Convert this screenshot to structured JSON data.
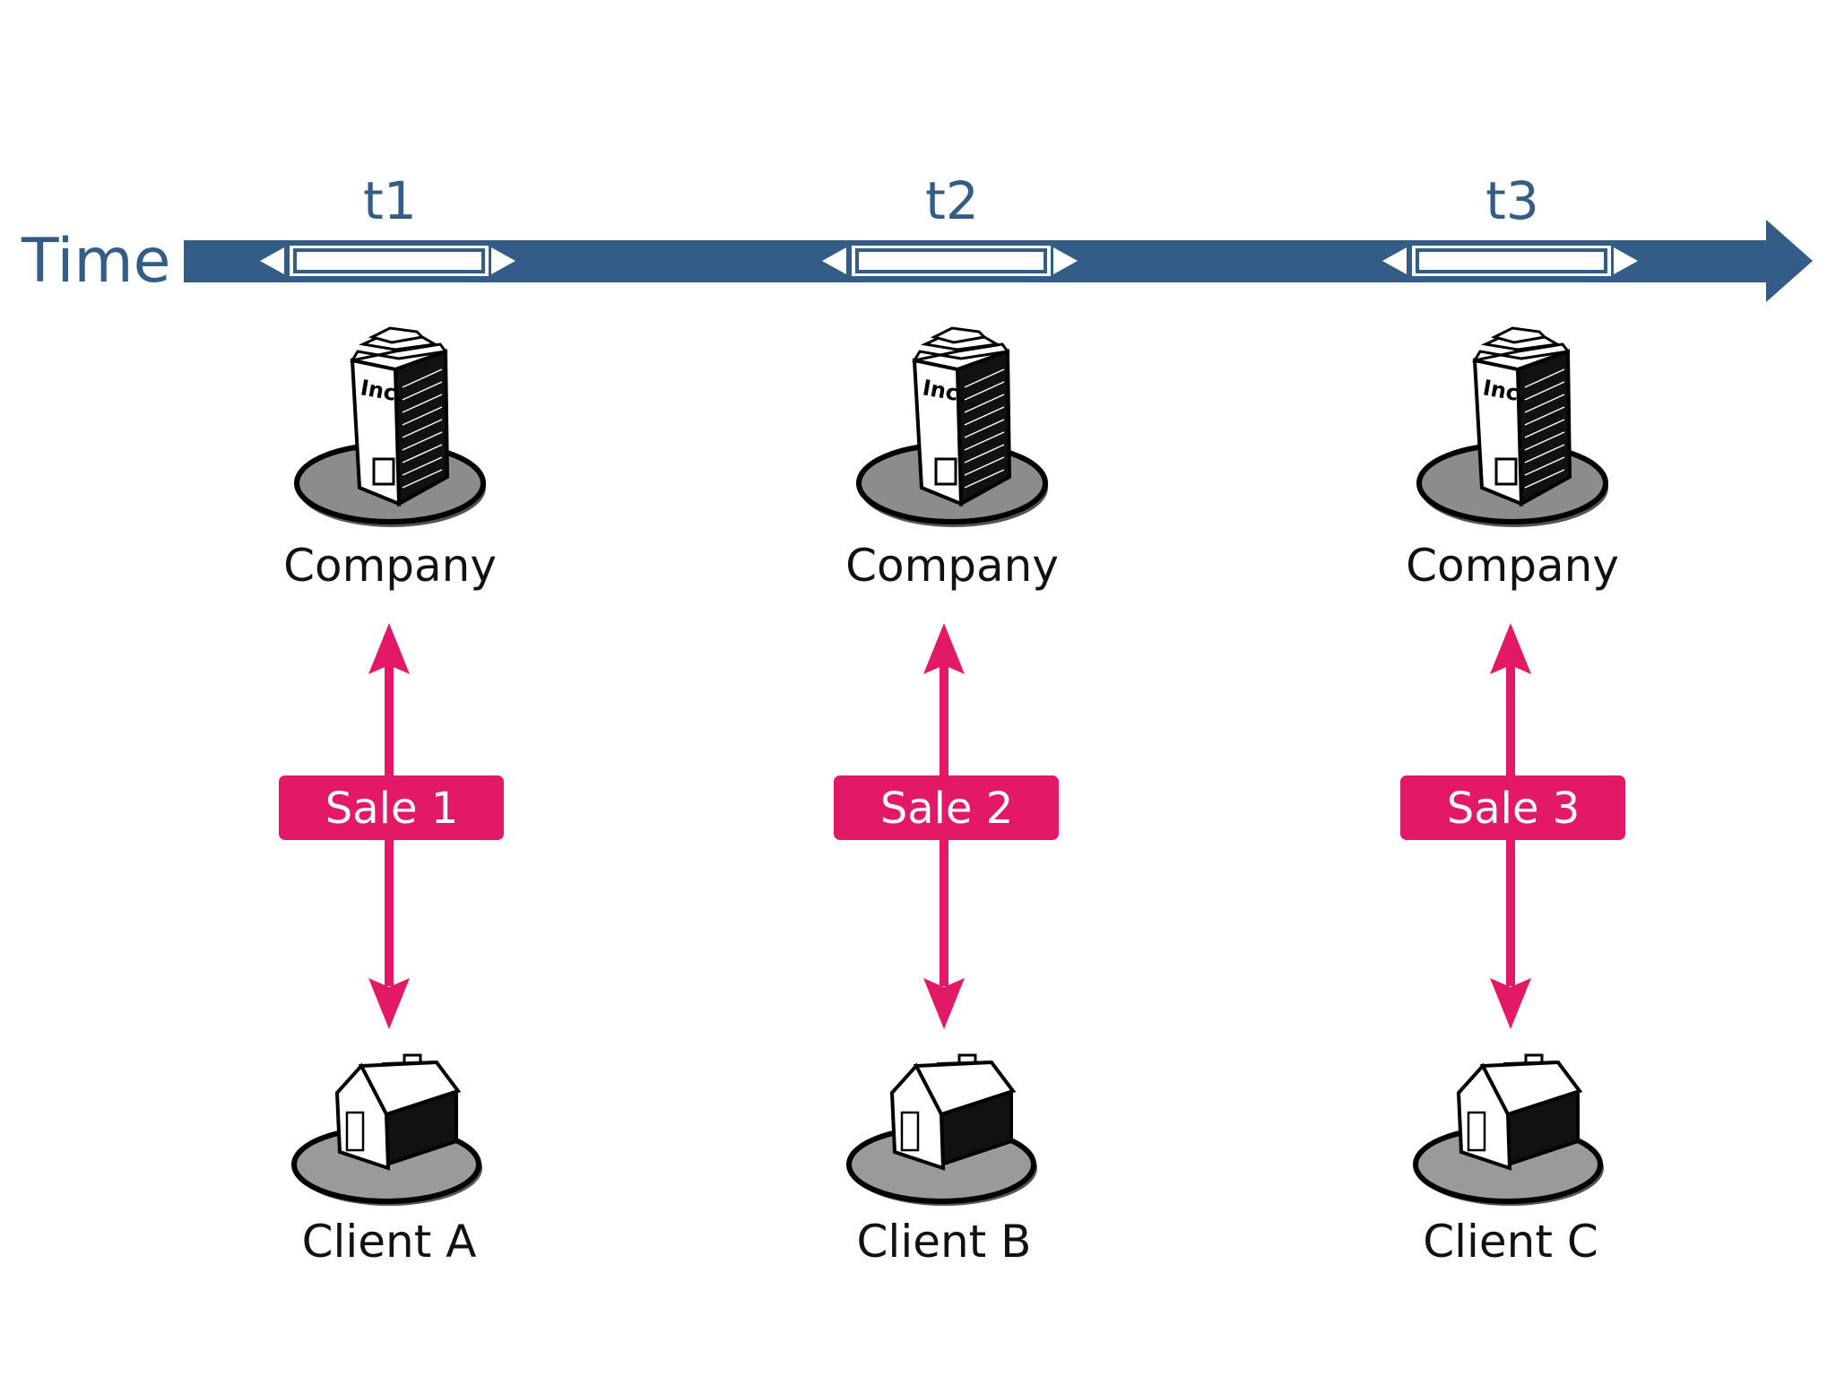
{
  "timeline": {
    "label": "Time",
    "color": "#335d87",
    "intervals": [
      "t1",
      "t2",
      "t3"
    ]
  },
  "columns": [
    {
      "time": "t1",
      "company": "Company",
      "building_sign": "Inc.",
      "sale": "Sale 1",
      "client": "Client A"
    },
    {
      "time": "t2",
      "company": "Company",
      "building_sign": "Inc.",
      "sale": "Sale 2",
      "client": "Client B"
    },
    {
      "time": "t3",
      "company": "Company",
      "building_sign": "Inc.",
      "sale": "Sale 3",
      "client": "Client C"
    }
  ],
  "colors": {
    "sale": "#e31866",
    "platform": "#8c8c8c",
    "timeline": "#335d87"
  },
  "icons": {
    "company": "office-building-icon",
    "client": "house-icon",
    "connector": "double-arrow-icon"
  }
}
